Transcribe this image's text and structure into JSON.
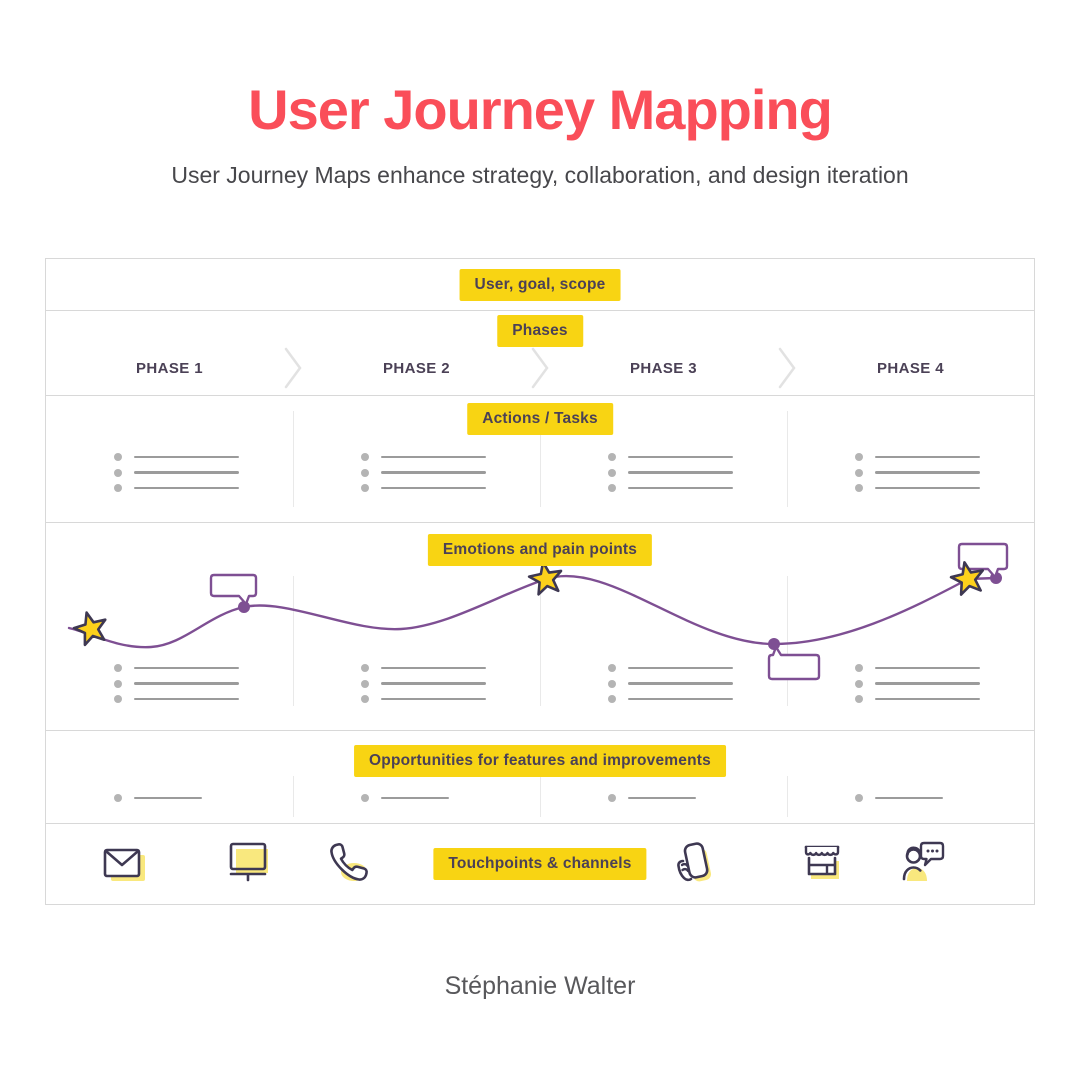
{
  "header": {
    "title": "User Journey Mapping",
    "subtitle": "User Journey Maps enhance strategy, collaboration, and design iteration"
  },
  "footer": {
    "credit": "Stéphanie Walter"
  },
  "colors": {
    "accent_red": "#FA4E59",
    "subtitle_gray": "#47474B",
    "badge_yellow": "#F8D413",
    "ink_purple": "#4B4156",
    "curve_purple": "#7E4F93",
    "star_yellow": "#FCD11B",
    "icon_dark": "#3E3852",
    "icon_shadow_yellow": "#F9E87E",
    "border_gray": "#D8D8D8",
    "sep_gray": "#E9E9E9",
    "chevron_gray": "#E2E2E2",
    "dot_gray": "#B4B4B4",
    "line_gray": "#9B9B9B",
    "credit_gray": "#58585B"
  },
  "map": {
    "labels": {
      "user_goal_scope": "User, goal, scope",
      "phases": "Phases",
      "actions": "Actions / Tasks",
      "emotions": "Emotions and pain points",
      "opportunities": "Opportunities for features and improvements",
      "touchpoints": "Touchpoints & channels"
    },
    "phases": [
      {
        "label": "PHASE 1"
      },
      {
        "label": "PHASE 2"
      },
      {
        "label": "PHASE 3"
      },
      {
        "label": "PHASE 4"
      }
    ],
    "touchpoint_icons": [
      {
        "name": "email-icon"
      },
      {
        "name": "desktop-icon"
      },
      {
        "name": "phone-icon"
      },
      {
        "name": "mobile-in-hand-icon"
      },
      {
        "name": "store-icon"
      },
      {
        "name": "support-chat-icon"
      }
    ]
  }
}
